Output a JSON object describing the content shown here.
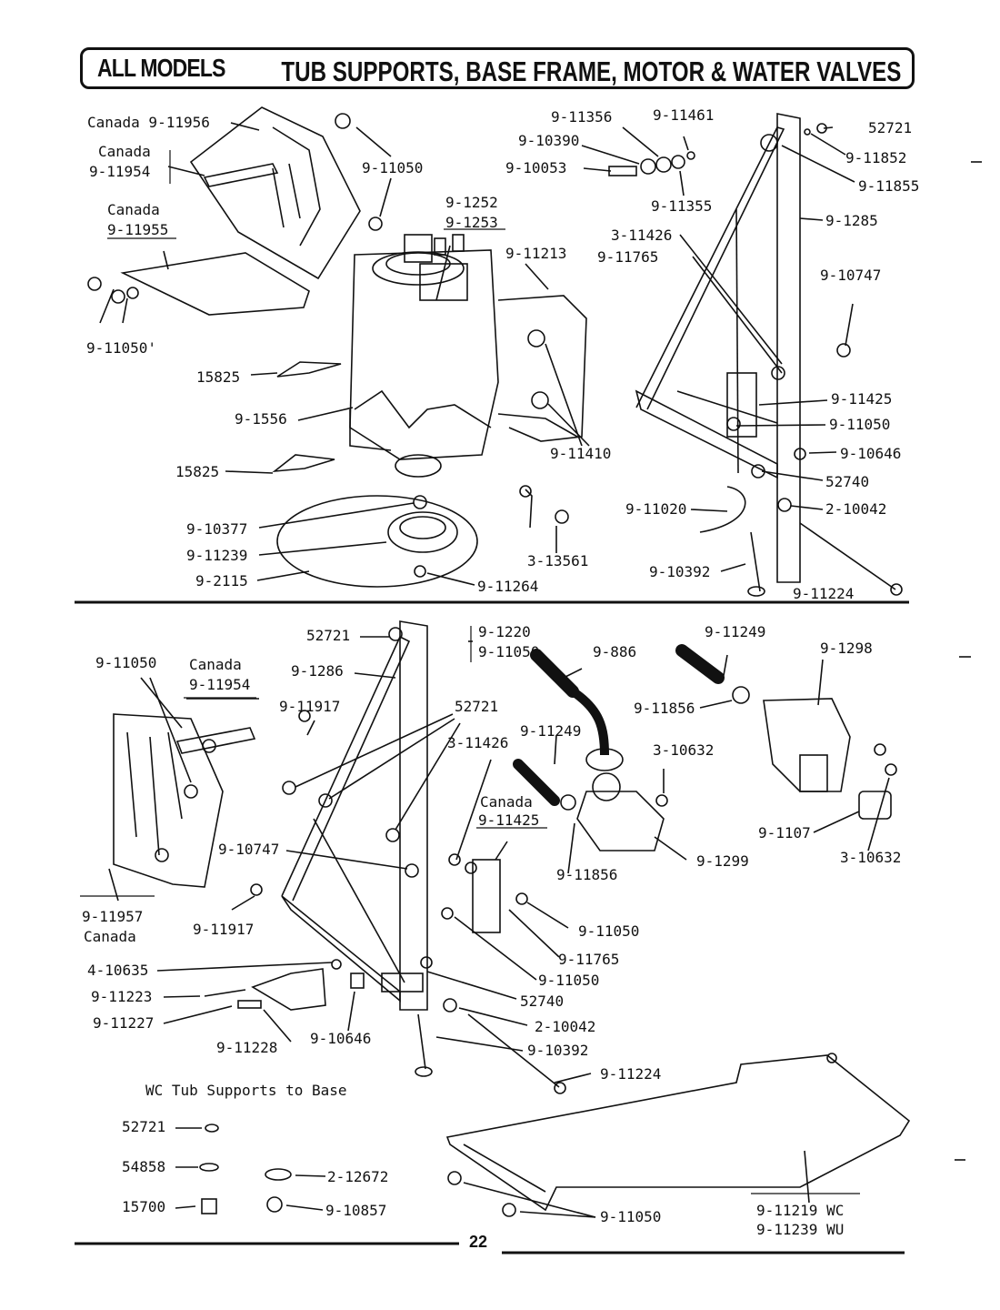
{
  "header": {
    "left": "ALL MODELS",
    "right": "TUB SUPPORTS, BASE FRAME, MOTOR & WATER VALVES"
  },
  "page_number": "22",
  "wc_caption": "WC Tub Supports to Base",
  "top_labels": [
    "Canada 9-11956",
    "Canada",
    "9-11954",
    "Canada",
    "9-11955",
    "9-11050",
    "9-11050'",
    "9-1252",
    "9-1253",
    "9-11213",
    "15825",
    "9-1556",
    "15825",
    "9-11410",
    "9-10377",
    "9-11239",
    "9-2115",
    "9-11264",
    "3-13561",
    "9-11356",
    "9-11461",
    "52721",
    "9-10390",
    "9-10053",
    "9-11852",
    "9-11855",
    "9-11355",
    "9-1285",
    "3-11426",
    "9-11765",
    "9-10747",
    "9-11425",
    "9-11050",
    "9-10646",
    "52740",
    "9-11020",
    "2-10042",
    "9-10392",
    "9-11224"
  ],
  "bottom_labels": [
    "52721",
    "9-1220",
    "9-11050",
    "9-886",
    "9-11249",
    "9-1298",
    "9-11050",
    "Canada",
    "9-11954",
    "9-1286",
    "9-11917",
    "52721",
    "9-11856",
    "9-11249",
    "3-11426",
    "3-10632",
    "Canada",
    "9-11425",
    "9-10747",
    "9-11856",
    "9-1299",
    "9-1107",
    "3-10632",
    "9-11957",
    "Canada",
    "9-11917",
    "9-11050",
    "9-11765",
    "9-11050",
    "4-10635",
    "9-11223",
    "52740",
    "9-11227",
    "2-10042",
    "9-11228",
    "9-10646",
    "9-10392",
    "9-11224",
    "52721",
    "54858",
    "2-12672",
    "15700",
    "9-10857",
    "9-11050",
    "9-11219 WC",
    "9-11239 WU"
  ]
}
